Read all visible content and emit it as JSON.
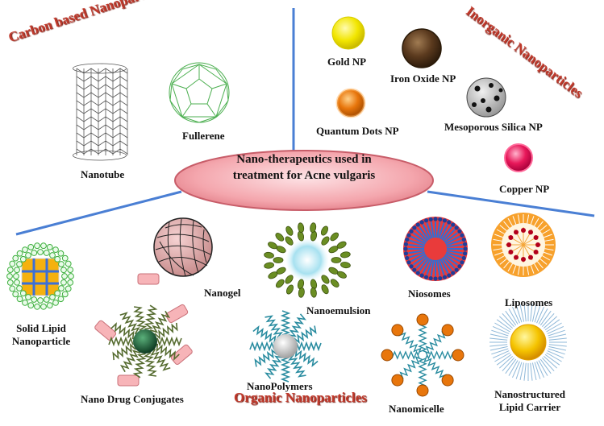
{
  "center": {
    "line1": "Nano-therapeutics used in",
    "line2": "treatment for Acne vulgaris"
  },
  "categories": {
    "carbon": "Carbon based Nanoparticles",
    "inorganic": "Inorganic Nanoparticles",
    "organic": "Organic Nanoparticles"
  },
  "labels": {
    "nanotube": "Nanotube",
    "fullerene": "Fullerene",
    "gold": "Gold NP",
    "iron_oxide": "Iron Oxide NP",
    "quantum_dots": "Quantum Dots NP",
    "mesoporous_silica": "Mesoporous Silica NP",
    "copper": "Copper NP",
    "solid_lipid_1": "Solid Lipid",
    "solid_lipid_2": "Nanoparticle",
    "nanogel": "Nanogel",
    "nanoemulsion": "Nanoemulsion",
    "niosomes": "Niosomes",
    "liposomes": "Liposomes",
    "nano_drug_conjugates": "Nano Drug Conjugates",
    "nanopolymers": "NanoPolymers",
    "nanomicelle": "Nanomicelle",
    "nlc_1": "Nanostructured",
    "nlc_2": "Lipid Carrier"
  },
  "colors": {
    "connector": "#4a7fd4",
    "ellipse_fill": "#f4a6ad",
    "category_text": "#c0392b",
    "gold": "#f2e600",
    "iron_oxide": "#5b3a1e",
    "quantum_dot": "#e8760c",
    "copper": "#e8185a"
  }
}
